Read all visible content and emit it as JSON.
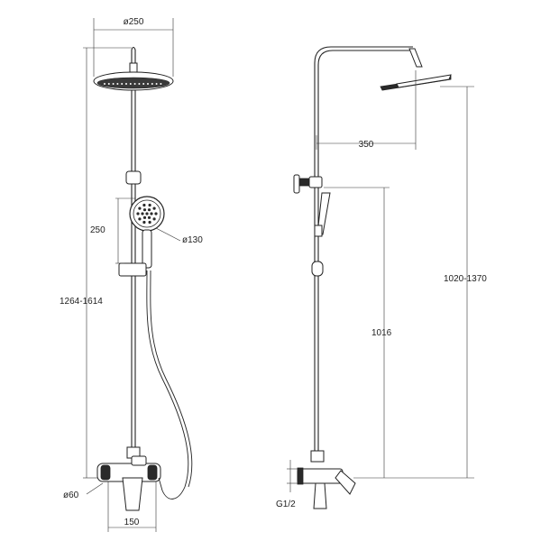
{
  "dimensions": {
    "head_diameter": "ø250",
    "handset_spacing": "250",
    "handset_diameter": "ø130",
    "total_height": "1264-1614",
    "pipe_diameter": "ø60",
    "mixer_spacing": "150",
    "arm_reach": "350",
    "adjustable_height": "1020-1370",
    "rail_height": "1016",
    "inlet_thread": "G1/2"
  }
}
